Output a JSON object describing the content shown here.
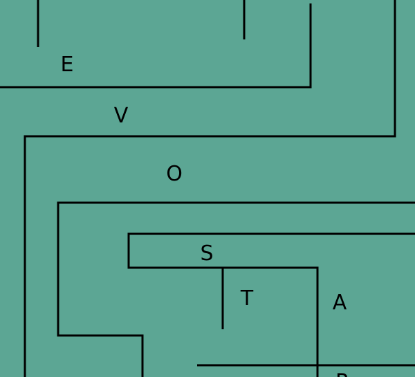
{
  "colors": {
    "background": "#5ca694",
    "ink": "#000000"
  },
  "letters": [
    {
      "id": "e",
      "text": "E"
    },
    {
      "id": "v",
      "text": "V"
    },
    {
      "id": "o",
      "text": "O"
    },
    {
      "id": "s",
      "text": "S"
    },
    {
      "id": "t",
      "text": "T"
    },
    {
      "id": "a",
      "text": "A"
    },
    {
      "id": "p",
      "text": "P"
    }
  ]
}
